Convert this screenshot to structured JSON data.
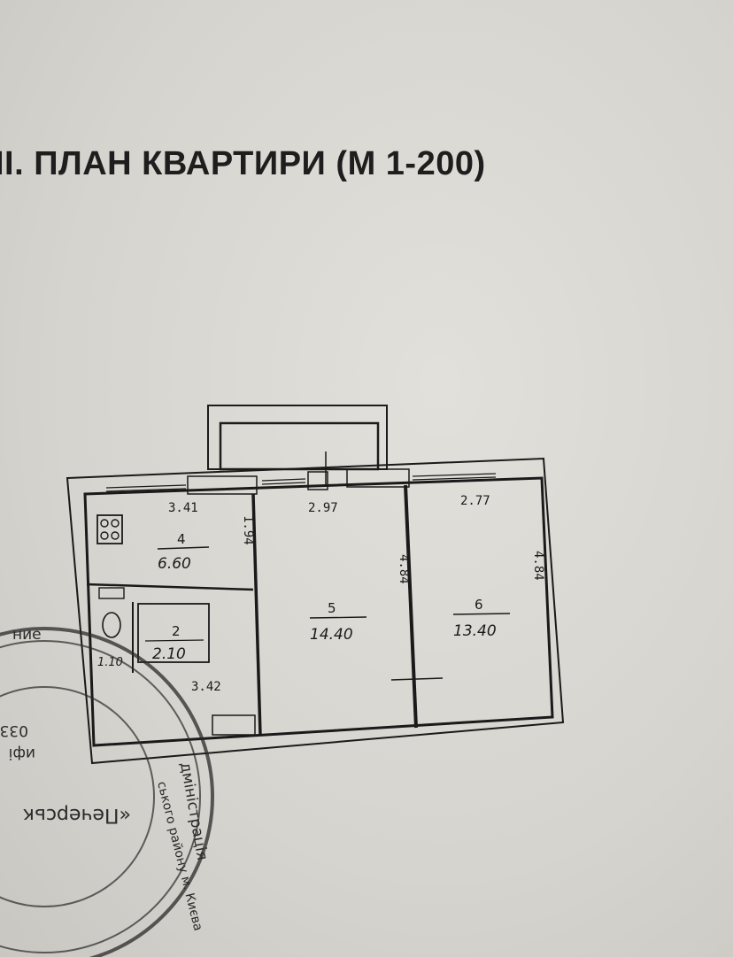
{
  "document": {
    "title": "ІІ. ПЛАН КВАРТИРИ (М 1-200)"
  },
  "plan": {
    "rooms": [
      {
        "number": "4",
        "area": "6.60",
        "width": "3.41",
        "depth": "1.94"
      },
      {
        "number": "5",
        "area": "14.40",
        "width": "2.97",
        "depth": "4.84"
      },
      {
        "number": "6",
        "area": "13.40",
        "width": "2.77",
        "depth": "4.84"
      },
      {
        "number": "2",
        "area": "2.10",
        "width": "3.42"
      },
      {
        "area": "1.10"
      }
    ]
  },
  "stamp": {
    "fragments": {
      "top_left": "ние",
      "left_number": "033",
      "left_word": "ифі",
      "name": "«Печерськ",
      "ring_1": "дміністрація",
      "ring_2": "ського району м. Києва"
    }
  }
}
